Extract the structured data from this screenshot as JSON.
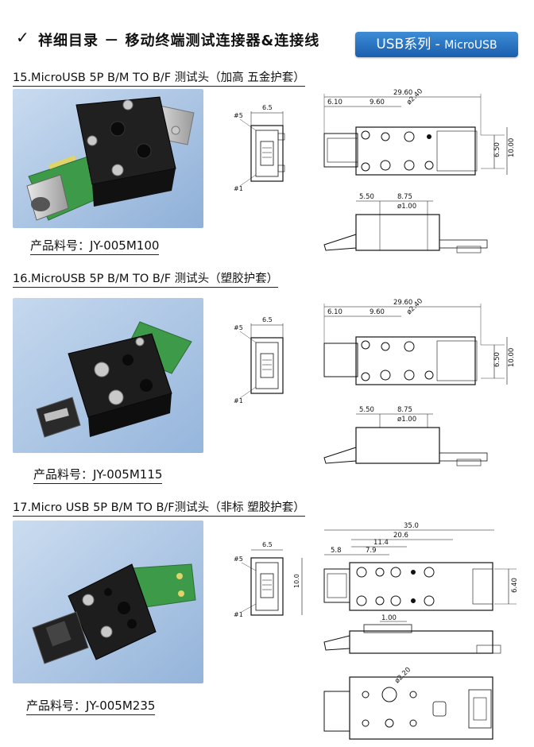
{
  "header": {
    "check": "✓",
    "title": "祥细目录 － 移动终端测试连接器&连接线",
    "badge_main": "USB系列 - ",
    "badge_sub": "MicroUSB"
  },
  "products": [
    {
      "title": "15.MicroUSB 5P B/M TO B/F 测试头（加高 五金护套）",
      "part_label": "产品料号：JY-005M100",
      "dims": {
        "front_width": "6.5",
        "pin_last": "#5",
        "pin_first": "#1",
        "overall": "29.60",
        "d1": "6.10",
        "d2": "9.60",
        "hole": "ø2.40",
        "h1": "6.50",
        "h2": "10.00",
        "s1": "5.50",
        "s2": "8.75",
        "pin_dia": "ø1.00"
      }
    },
    {
      "title": "16.MicroUSB 5P B/M TO B/F 测试头（塑胶护套）",
      "part_label": "产品料号：JY-005M115",
      "dims": {
        "front_width": "6.5",
        "pin_last": "#5",
        "pin_first": "#1",
        "overall": "29.60",
        "d1": "6.10",
        "d2": "9.60",
        "hole": "ø2.40",
        "h1": "6.50",
        "h2": "10.00",
        "s1": "5.50",
        "s2": "8.75",
        "pin_dia": "ø1.00"
      }
    },
    {
      "title": "17.Micro USB 5P B/M TO B/F测试头（非标 塑胶护套）",
      "part_label": "产品料号：JY-005M235",
      "dims": {
        "front_width": "6.5",
        "front_height": "10.0",
        "pin_last": "#5",
        "pin_first": "#1",
        "overall": "35.0",
        "d_a": "20.6",
        "d_b": "11.4",
        "d_c": "7.9",
        "d_d": "5.8",
        "h1": "6.40",
        "step": "1.00",
        "hole": "ø2.20"
      }
    }
  ],
  "colors": {
    "badge": "#1a5fae",
    "photo_bg": "#a9c4e6",
    "pcb": "#3d9a48",
    "housing": "#1e1e1e"
  }
}
